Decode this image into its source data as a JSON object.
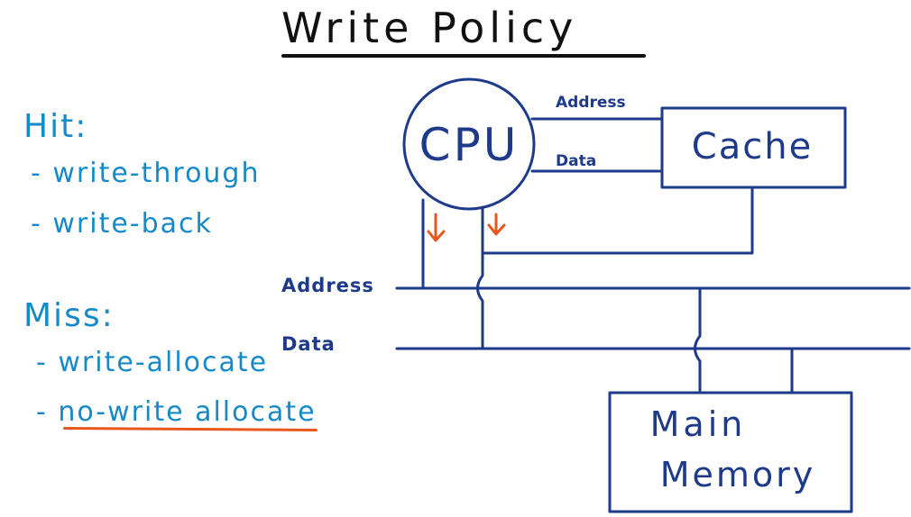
{
  "title": "Write Policy",
  "notes": {
    "hit_heading": "Hit:",
    "hit_items": [
      "- write-through",
      "- write-back"
    ],
    "miss_heading": "Miss:",
    "miss_items": [
      "- write-allocate",
      "- no-write allocate"
    ]
  },
  "diagram": {
    "cpu_label": "CPU",
    "cache_label": "Cache",
    "main_memory_line1": "Main",
    "main_memory_line2": "Memory",
    "cpu_cache_address_label": "Address",
    "cpu_cache_data_label": "Data",
    "bus_address_label": "Address",
    "bus_data_label": "Data"
  },
  "colors": {
    "ink": "#1e3a8a",
    "note_blue": "#1689c9",
    "highlight_orange": "#e8581c",
    "title_ink": "#111111"
  }
}
